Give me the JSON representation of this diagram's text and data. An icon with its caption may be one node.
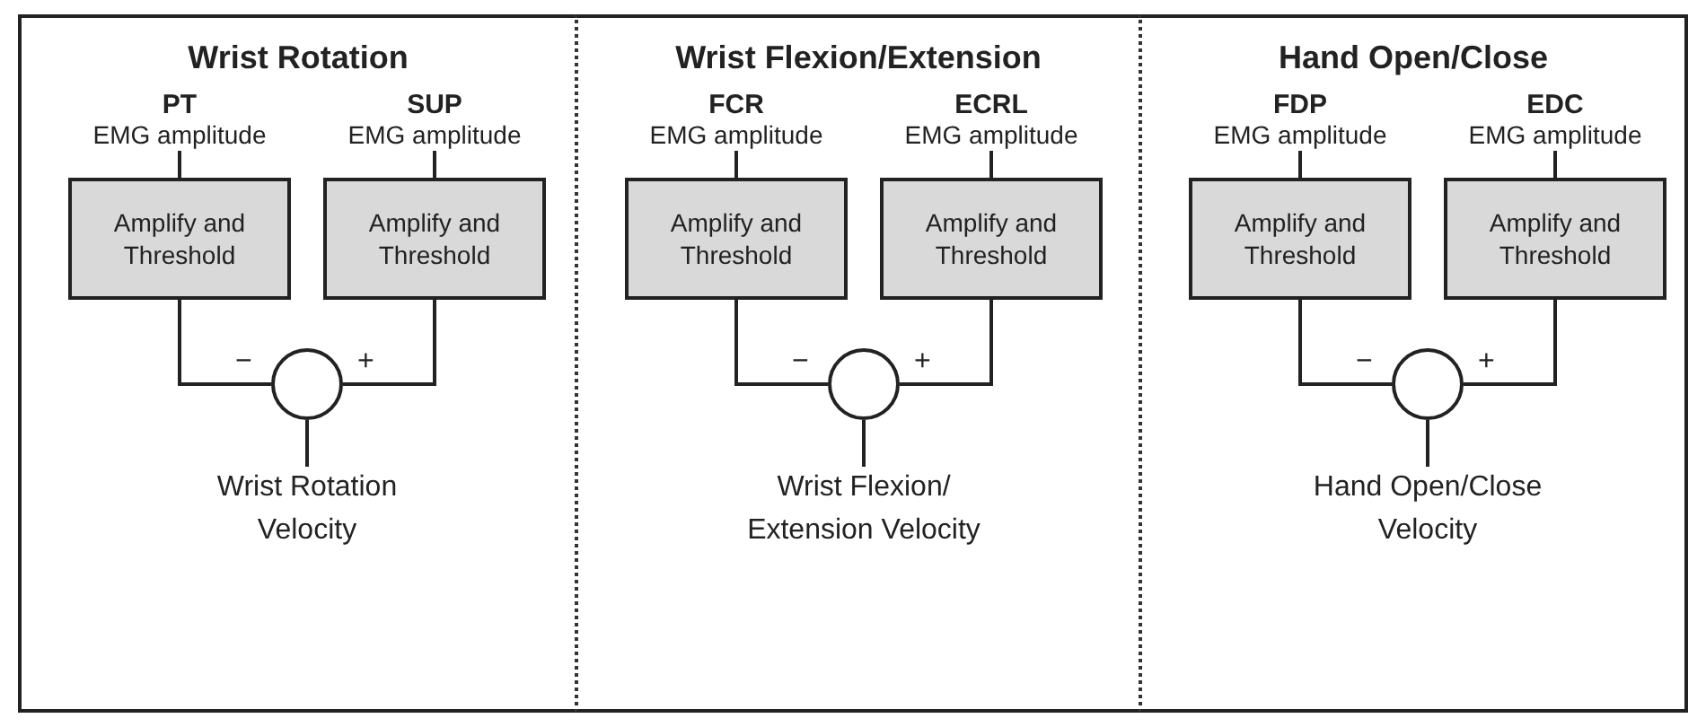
{
  "diagram": {
    "nodes": [
      {
        "text": [
          "Wrist Rotation"
        ]
      },
      {
        "text": [
          "PT",
          "EMG amplitude"
        ],
        "in": 0
      },
      {
        "text": [
          "SUP",
          "EMG amplitude"
        ],
        "in": 0
      },
      {
        "text": [
          "Amplify and Threshold"
        ],
        "in": 0
      },
      {
        "text": [
          "Amplify and Threshold"
        ],
        "in": 0
      },
      {
        "text": [],
        "shape": "circle",
        "in": 0
      },
      {
        "text": [
          "Wrist Rotation Velocity"
        ],
        "in": 0
      },
      {
        "text": [
          "Wrist Flexion/Extension"
        ]
      },
      {
        "text": [
          "FCR",
          "EMG amplitude"
        ],
        "in": 7
      },
      {
        "text": [
          "ECRL",
          "EMG amplitude"
        ],
        "in": 7
      },
      {
        "text": [
          "Amplify and Threshold"
        ],
        "in": 7
      },
      {
        "text": [
          "Amplify and Threshold"
        ],
        "in": 7
      },
      {
        "text": [],
        "shape": "circle",
        "in": 7
      },
      {
        "text": [
          "Wrist Flexion/ Extension Velocity"
        ],
        "in": 7
      },
      {
        "text": [
          "Hand Open/Close"
        ]
      },
      {
        "text": [
          "FDP",
          "EMG amplitude"
        ],
        "in": 14
      },
      {
        "text": [
          "EDC",
          "EMG amplitude"
        ],
        "in": 14
      },
      {
        "text": [
          "Amplify and Threshold"
        ],
        "in": 14
      },
      {
        "text": [
          "Amplify and Threshold"
        ],
        "in": 14
      },
      {
        "text": [],
        "shape": "circle",
        "in": 14
      },
      {
        "text": [
          "Hand Open/Close Velocity"
        ],
        "in": 14
      }
    ],
    "edges": [
      {
        "from": 1,
        "to": 3,
        "arrow": "none"
      },
      {
        "from": 2,
        "to": 4,
        "arrow": "none"
      },
      {
        "from": 3,
        "to": 5,
        "arrow": "none",
        "label": "−"
      },
      {
        "from": 4,
        "to": 5,
        "arrow": "none",
        "label": "+"
      },
      {
        "from": 5,
        "to": 6,
        "arrow": "none"
      },
      {
        "from": 8,
        "to": 10,
        "arrow": "none"
      },
      {
        "from": 9,
        "to": 11,
        "arrow": "none"
      },
      {
        "from": 10,
        "to": 12,
        "arrow": "none",
        "label": "−"
      },
      {
        "from": 11,
        "to": 12,
        "arrow": "none",
        "label": "+"
      },
      {
        "from": 12,
        "to": 13,
        "arrow": "none"
      },
      {
        "from": 15,
        "to": 17,
        "arrow": "none"
      },
      {
        "from": 16,
        "to": 18,
        "arrow": "none"
      },
      {
        "from": 17,
        "to": 19,
        "arrow": "none",
        "label": "−"
      },
      {
        "from": 18,
        "to": 19,
        "arrow": "none",
        "label": "+"
      },
      {
        "from": 19,
        "to": 20,
        "arrow": "none"
      }
    ]
  }
}
